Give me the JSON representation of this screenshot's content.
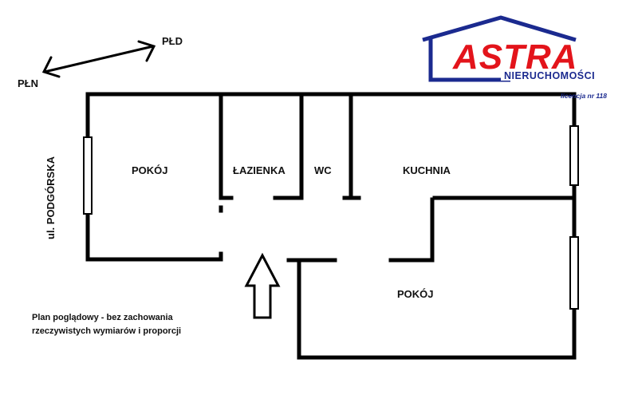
{
  "compass": {
    "north_label": "PŁN",
    "south_label": "PŁD"
  },
  "street_label": "ul. PODGÓRSKA",
  "rooms": {
    "pokoj_left": "POKÓJ",
    "lazienka": "ŁAZIENKA",
    "wc": "WC",
    "kuchnia": "KUCHNIA",
    "pokoj_bottom": "POKÓJ"
  },
  "note": {
    "line1": "Plan poglądowy - bez zachowania",
    "line2": "rzeczywistych wymiarów i proporcji"
  },
  "logo": {
    "name": "ASTRA",
    "tagline": "NIERUCHOMOŚCI",
    "licence_text": "licencja nr 118",
    "brand_red": "#e3141b",
    "brand_blue": "#1b2a8f"
  },
  "colors": {
    "walls": "#000000",
    "text": "#111111"
  },
  "icons": {
    "entrance": "up-arrow-icon",
    "compass": "double-arrow-icon"
  }
}
